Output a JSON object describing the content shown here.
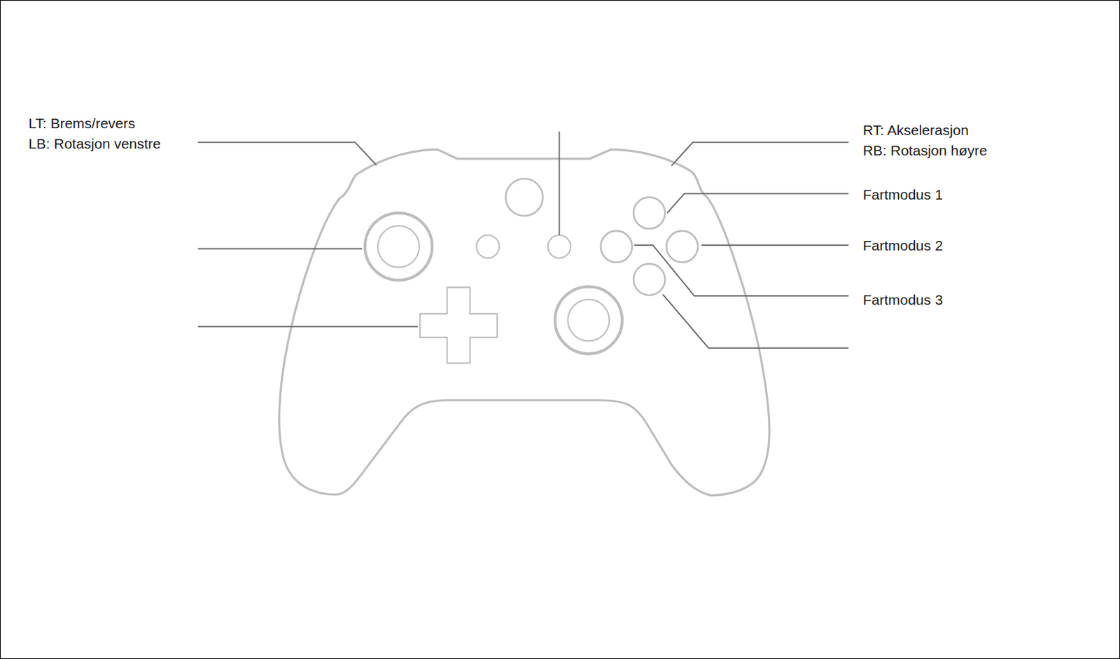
{
  "diagram": {
    "labels": [
      "LT: Brems/revers",
      "LB: Rotasjon venstre",
      "RT: Akselerasjon",
      "RB: Rotasjon høyre",
      "Fartmodus 1",
      "Fartmodus 2",
      "Fartmodus 3"
    ]
  }
}
